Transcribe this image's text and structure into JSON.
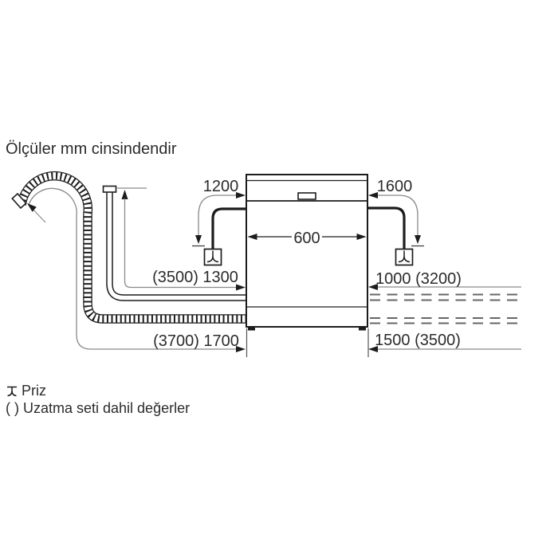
{
  "title": "Ölçüler mm cinsindendir",
  "diagram": {
    "appliance": "dishwasher-front-view",
    "appliance_width_label": "600",
    "left_side": {
      "power_cord_length_label": "1200",
      "supply_hose_length_label": "(3500) 1300",
      "drain_hose_length_label": "(3700) 1700",
      "socket_icon": "socket-icon"
    },
    "right_side": {
      "power_cord_length_label": "1600",
      "supply_hose_length_label": "1000 (3200)",
      "drain_hose_length_label": "1500 (3500)",
      "socket_icon": "socket-icon"
    }
  },
  "legend": {
    "socket_icon": "socket-icon",
    "socket_label": "Priz",
    "parentheses_note": "( ) Uzatma seti dahil değerler"
  },
  "colors": {
    "line_black": "#1c1c1c",
    "measure_gray": "#8a8a8a",
    "dash_gray": "#666666",
    "background": "#ffffff"
  }
}
